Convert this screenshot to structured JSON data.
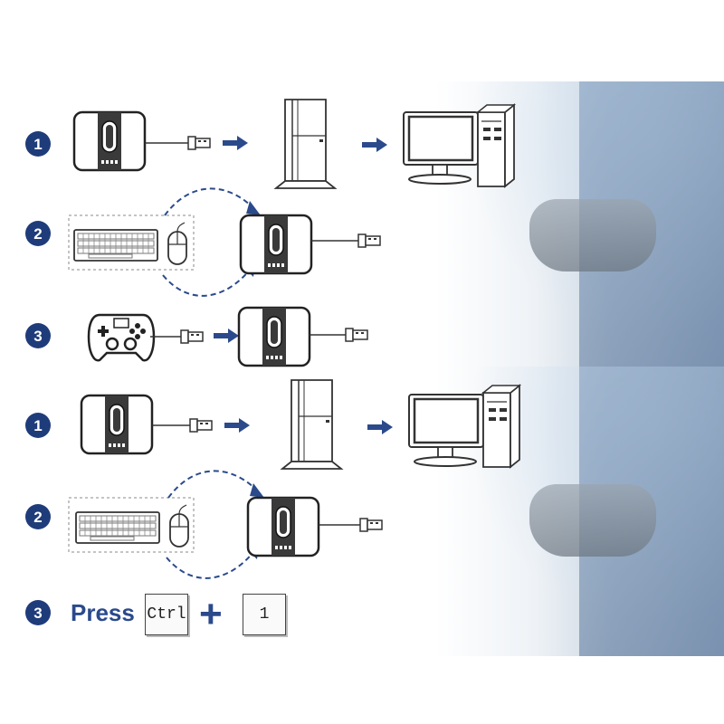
{
  "sections": [
    {
      "steps": [
        {
          "number": "1"
        },
        {
          "number": "2"
        },
        {
          "number": "3"
        }
      ]
    },
    {
      "steps": [
        {
          "number": "1"
        },
        {
          "number": "2"
        },
        {
          "number": "3"
        }
      ]
    }
  ],
  "press_step": {
    "label": "Press",
    "key1": "Ctrl",
    "plus": "+",
    "key2": "1"
  },
  "colors": {
    "accent": "#1f3c7a",
    "arrow": "#2b4a8c",
    "outline": "#333333"
  },
  "icons": [
    "kvm-switch-icon",
    "usb-plug-icon",
    "console-icon",
    "monitor-icon",
    "pc-tower-icon",
    "keyboard-icon",
    "mouse-icon",
    "gamepad-icon"
  ]
}
